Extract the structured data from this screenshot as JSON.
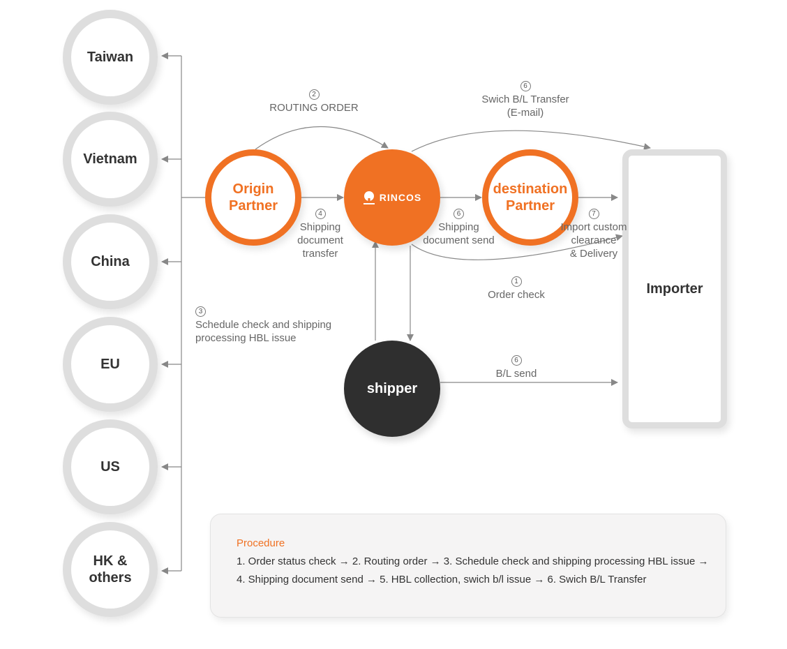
{
  "countries": [
    "Taiwan",
    "Vietnam",
    "China",
    "EU",
    "US",
    "HK & others"
  ],
  "nodes": {
    "origin_partner": "Origin Partner",
    "rincos_logo": "RINCOS",
    "destination_partner": "destination Partner",
    "shipper": "shipper",
    "importer": "Importer"
  },
  "steps": {
    "routing_order": {
      "num": "2",
      "text": "ROUTING ORDER"
    },
    "swich_bl": {
      "num": "6",
      "line1": "Swich B/L Transfer",
      "line2": "(E-mail)"
    },
    "shipping_doc_transfer": {
      "num": "4",
      "line1": "Shipping",
      "line2": "document",
      "line3": "transfer"
    },
    "shipping_doc_send": {
      "num": "6",
      "line1": "Shipping",
      "line2": "document send"
    },
    "import_custom": {
      "num": "7",
      "line1": "Import custom",
      "line2": "clearance",
      "line3": "& Delivery"
    },
    "order_check": {
      "num": "1",
      "text": "Order check"
    },
    "schedule_check": {
      "num": "3",
      "line1": "Schedule check and shipping",
      "line2": "processing HBL issue"
    },
    "bl_send": {
      "num": "6",
      "text": "B/L send"
    }
  },
  "procedure": {
    "title": "Procedure",
    "line1": "1. Order status check → 2. Routing order → 3. Schedule check and shipping processing HBL issue →",
    "line2": "4. Shipping document send → 5. HBL collection, swich b/l issue → 6. Swich B/L Transfer"
  },
  "colors": {
    "accent": "#f07123",
    "dark": "#2f2f2f",
    "border": "#dedede",
    "arrow": "#888888"
  }
}
